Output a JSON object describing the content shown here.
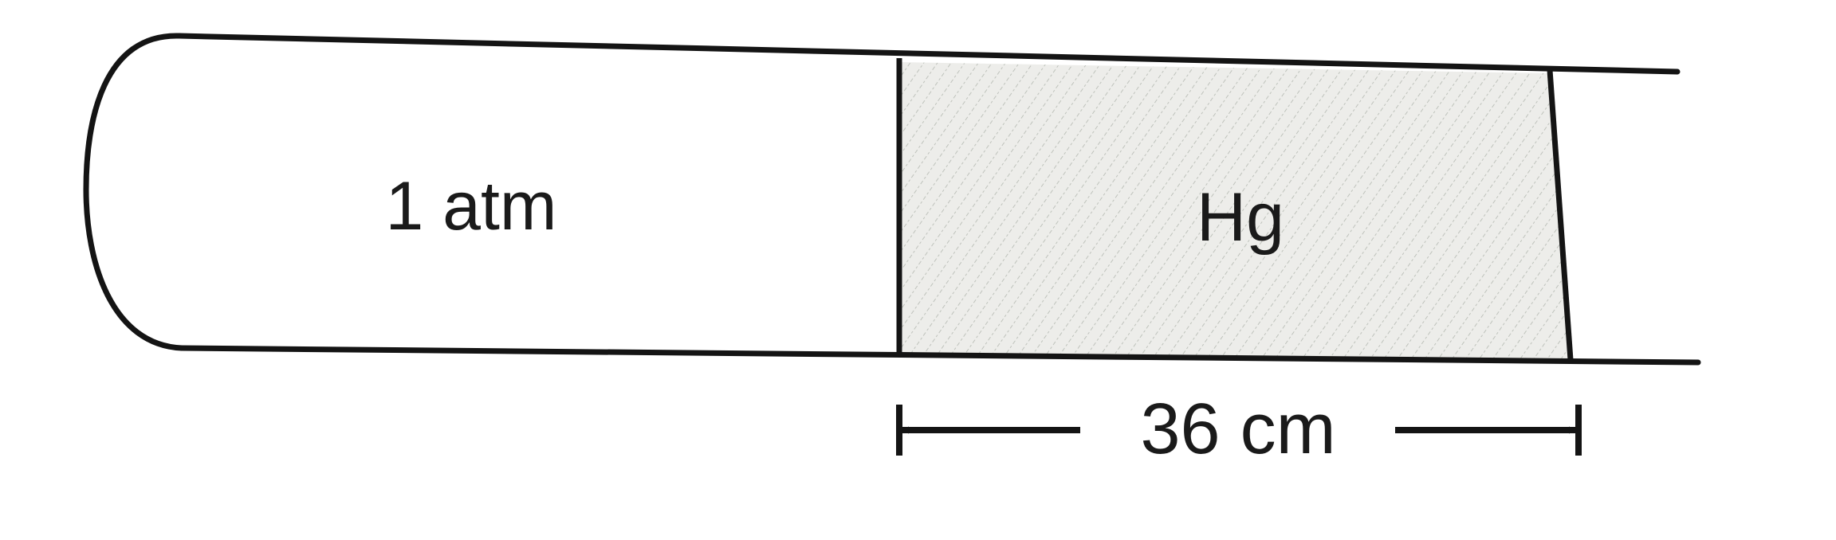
{
  "diagram": {
    "gas_label": "1 atm",
    "mercury_label": "Hg",
    "length_label": "36 cm"
  },
  "colors": {
    "line": "#141414",
    "mercury_fill": "#ededea",
    "hatch": "#b9bdb6",
    "background": "#ffffff"
  }
}
